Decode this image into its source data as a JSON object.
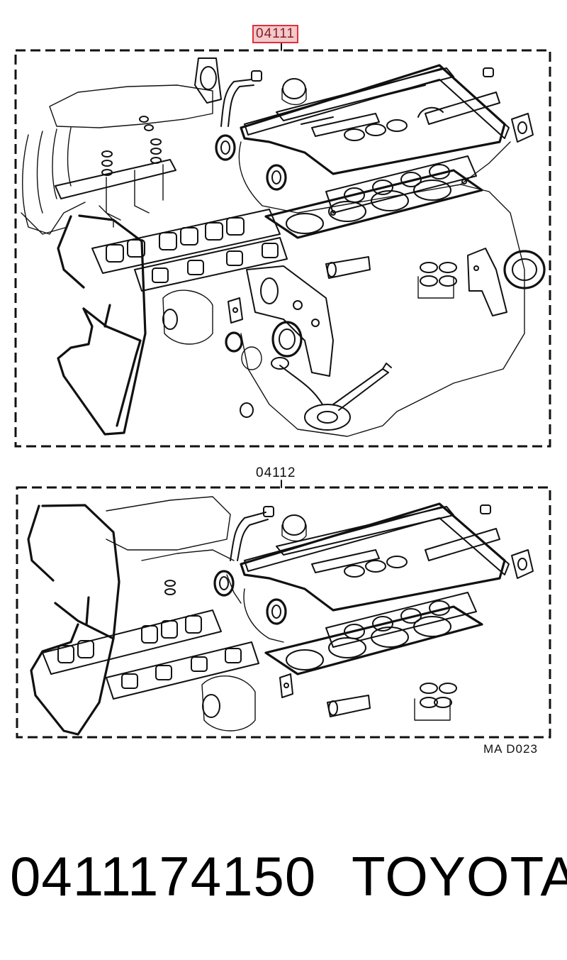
{
  "diagram": {
    "callout_top": "04111",
    "callout_bottom": "04112",
    "figure_code": "MA  D023"
  },
  "footer": {
    "part_number": "0411174150",
    "brand": "TOYOTA"
  },
  "colors": {
    "highlight_fill": "#f3c9cb",
    "highlight_border": "#e0313a",
    "line": "#111111"
  }
}
